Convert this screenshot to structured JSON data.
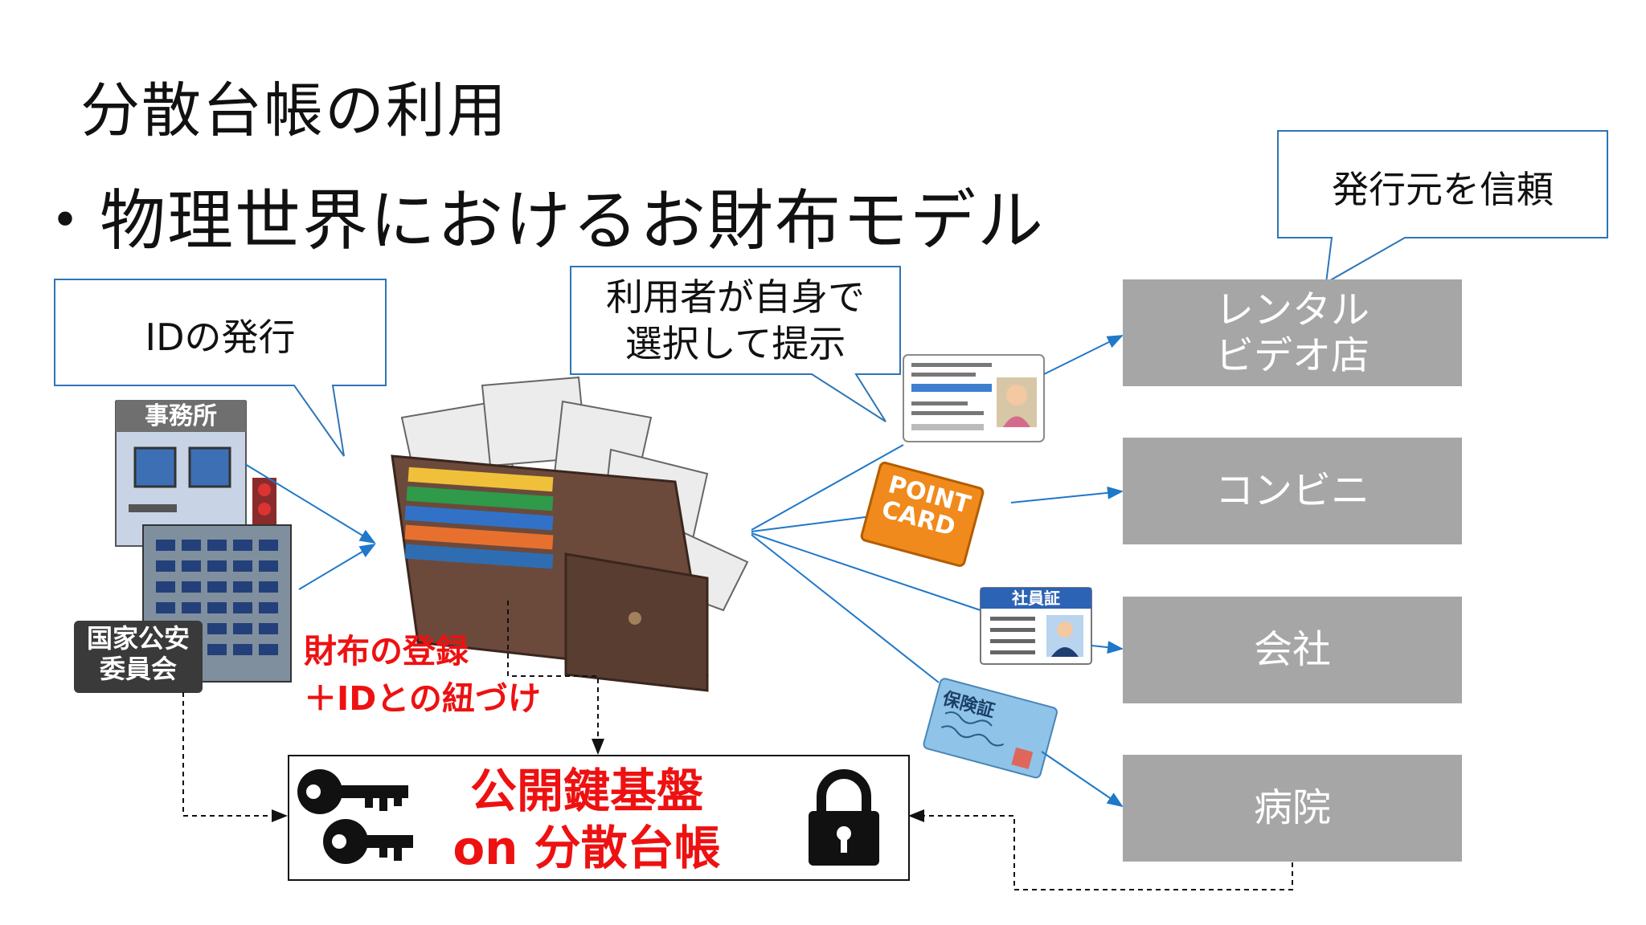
{
  "title": "分散台帳の利用",
  "bullet": "・物理世界におけるお財布モデル",
  "callouts": {
    "id_issue": "IDの発行",
    "user_select": "利用者が自身で\n選択して提示",
    "trust_issuer": "発行元を信頼"
  },
  "issuers": {
    "office_sign": "事務所",
    "police_sign": "国家公安\n委員会"
  },
  "wallet_label": "財布の登録\n＋IDとの紐づけ",
  "cards": {
    "point_card": "POINT\nCARD",
    "employee_id": "社員証",
    "insurance": "保険証"
  },
  "verifiers": [
    {
      "label": "レンタル\nビデオ店"
    },
    {
      "label": "コンビニ"
    },
    {
      "label": "会社"
    },
    {
      "label": "病院"
    }
  ],
  "pki_box": "公開鍵基盤\non 分散台帳",
  "colors": {
    "arrow": "#1f78c8",
    "box_gray": "#a6a6a6",
    "highlight_red": "#ee1111",
    "callout_border": "#2e75b6"
  }
}
